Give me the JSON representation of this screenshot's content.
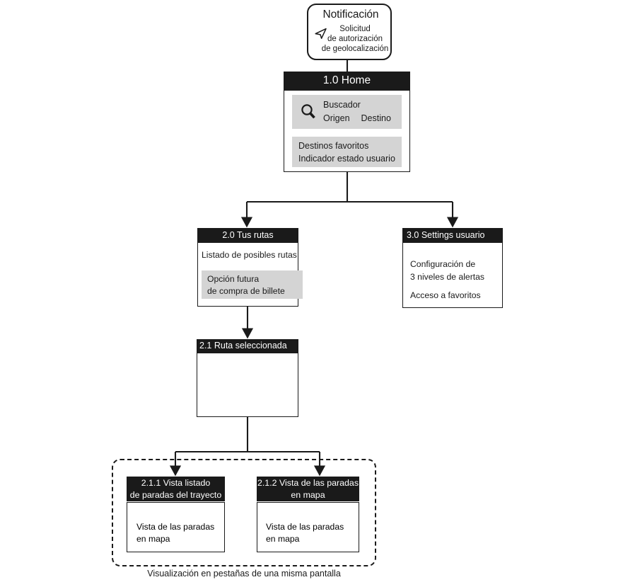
{
  "diagram": {
    "title_caption": "Visualización en pestañas de una misma pantalla"
  },
  "notification": {
    "title": "Notificación",
    "body_line1": "Solicitud",
    "body_line2": "de autorización",
    "body_line3": "de geolocalización",
    "icon": "location-arrow-icon"
  },
  "home": {
    "header": "1.0 Home",
    "search": {
      "icon": "search-icon",
      "label": "Buscador",
      "origin": "Origen",
      "destination": "Destino"
    },
    "favorites": {
      "line1": "Destinos favoritos",
      "line2": "Indicador estado usuario"
    }
  },
  "tus_rutas": {
    "header": "2.0 Tus rutas",
    "list_label": "Listado de posibles rutas",
    "panel_line1": "Opción futura",
    "panel_line2": "de compra de billete"
  },
  "settings": {
    "header": "3.0 Settings usuario",
    "line1": "Configuración de",
    "line2": "3 niveles de alertas",
    "line3": "Acceso a favoritos"
  },
  "ruta_seleccionada": {
    "header": "2.1 Ruta seleccionada"
  },
  "tab_211": {
    "header_line1": "2.1.1  Vista listado",
    "header_line2": "de paradas del trayecto",
    "body_line1": "Vista de las paradas",
    "body_line2": "en mapa"
  },
  "tab_212": {
    "header_line1": "2.1.2  Vista de las paradas",
    "header_line2": "en mapa",
    "body_line1": "Vista de las paradas",
    "body_line2": "en mapa"
  },
  "colors": {
    "ink": "#1a1a1a",
    "panel_gray": "#d4d4d4",
    "background": "#ffffff"
  }
}
